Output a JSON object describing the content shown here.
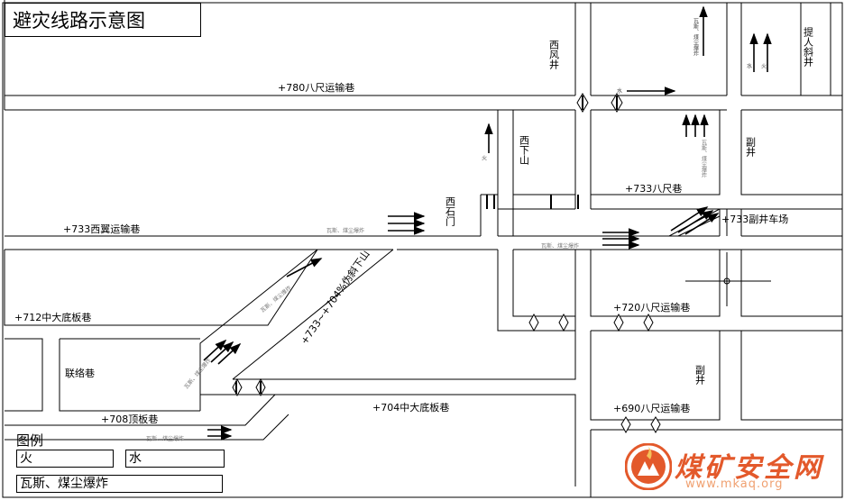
{
  "title": "避灾线路示意图",
  "roads": {
    "r780": "+780八尺运输巷",
    "r733w": "+733西翼运输巷",
    "r733": "+733八尺巷",
    "r733c": "+733副井车场",
    "r712": "+712中大底板巷",
    "r720": "+720八尺运输巷",
    "incline": "+733~+704%伪斜下山",
    "lianluo": "联络巷",
    "r708": "+708顶板巷",
    "r704": "+704中大底板巷",
    "r690": "+690八尺运输巷"
  },
  "shafts": {
    "xifeng": "西风井",
    "xixiashan": "西下山",
    "xishimen": "西石门",
    "tiren": "提人斜井",
    "fujing1": "副井",
    "fujing2": "副井"
  },
  "hazards": {
    "fire": "火",
    "water": "水",
    "gas": "瓦斯、煤尘爆炸",
    "gas_v": "瓦斯、煤尘爆炸"
  },
  "legend": {
    "title": "图例",
    "fire": "火",
    "water": "水",
    "gas": "瓦斯、煤尘爆炸"
  },
  "watermark": {
    "name": "煤矿安全网",
    "url": "www.mkaq.org"
  },
  "colors": {
    "line": "#000000",
    "hint": "#777777",
    "watermark": "#e3592b"
  }
}
